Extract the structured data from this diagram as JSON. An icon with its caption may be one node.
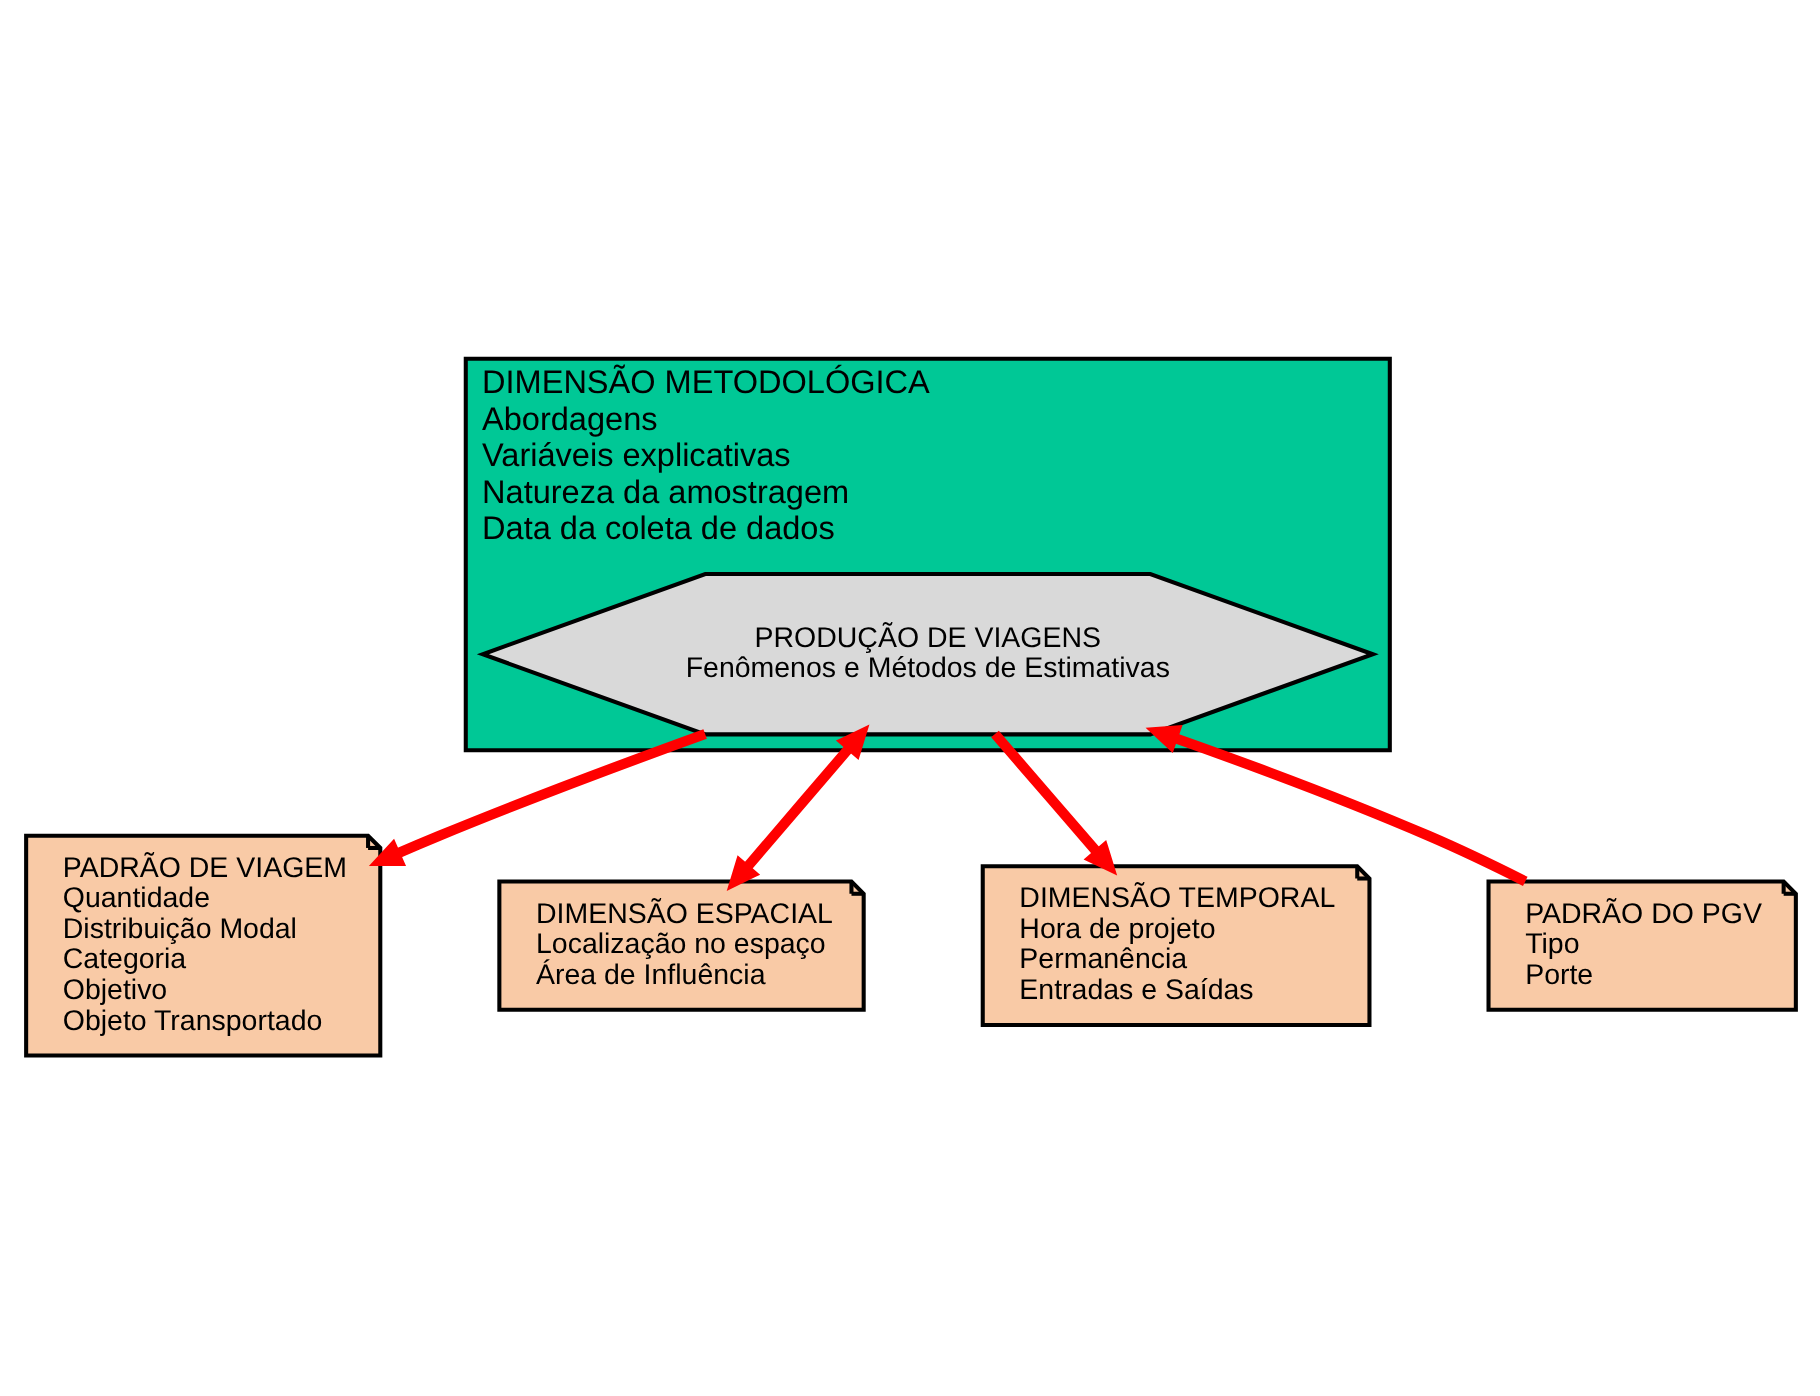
{
  "diagram": {
    "nodes": [
      {
        "text": [
          "DIMENSÃO METODOLÓGICA",
          "Abordagens",
          "Variáveis explicativas",
          "Natureza da amostragem",
          "Data da coleta de dados"
        ]
      },
      {
        "text": [
          "PRODUÇÃO DE VIAGENS",
          "Fenômenos e Métodos de Estimativas"
        ],
        "in": 0
      },
      {
        "text": [
          "PADRÃO DO PGV",
          "Tipo",
          "Porte"
        ]
      },
      {
        "text": [
          "PADRÃO DE VIAGEM",
          "Quantidade",
          "Distribuição Modal",
          "Categoria",
          "Objetivo",
          "Objeto Transportado"
        ]
      },
      {
        "text": [
          "DIMENSÃO ESPACIAL",
          "Localização no espaço",
          "Área de Influência"
        ]
      },
      {
        "text": [
          "DIMENSÃO TEMPORAL",
          "Hora de projeto",
          "Permanência",
          "Entradas e Saídas"
        ]
      }
    ],
    "edges": [
      {
        "from": 2,
        "to": 1,
        "arrow": "to"
      },
      {
        "from": 1,
        "to": 3,
        "arrow": "to"
      },
      {
        "from": 4,
        "to": 1,
        "arrow": "both"
      },
      {
        "from": 1,
        "to": 5,
        "arrow": "to"
      }
    ]
  }
}
